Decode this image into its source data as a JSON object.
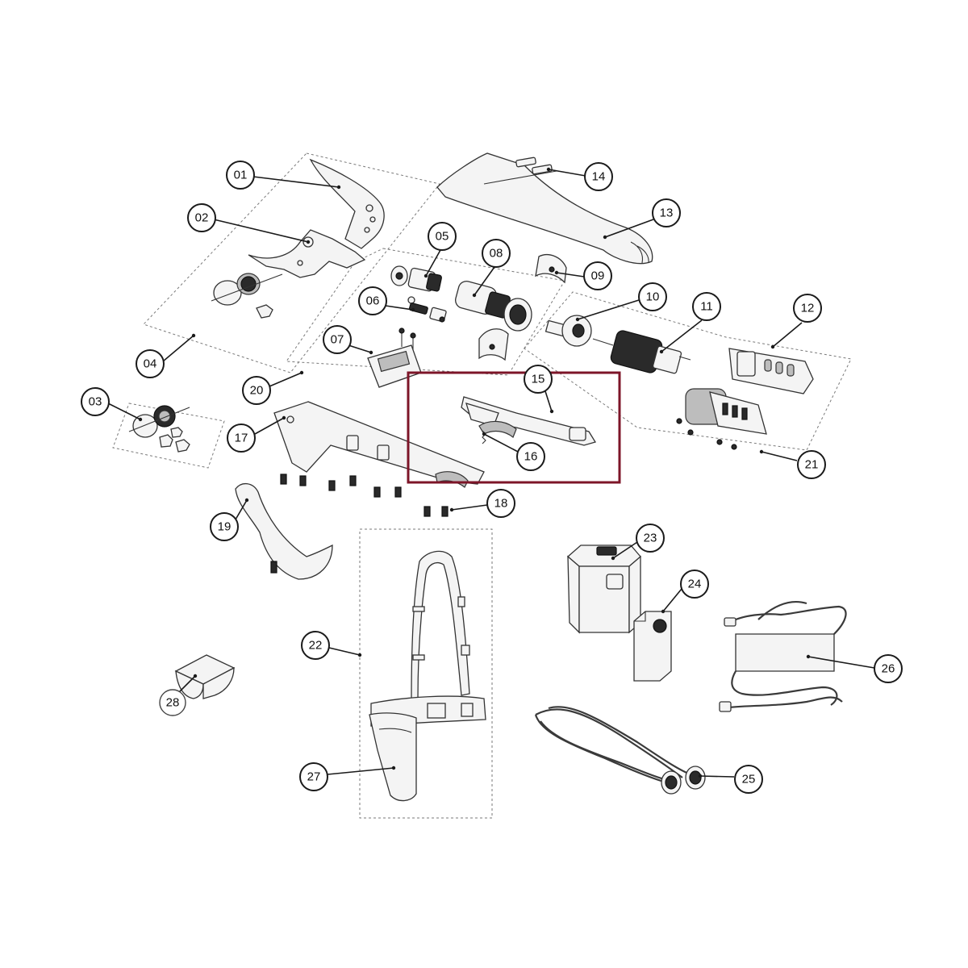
{
  "diagram": {
    "highlight_color": "#7d1528",
    "highlighted_parts": [
      "15",
      "16"
    ],
    "callouts": [
      {
        "id": "c01",
        "label": "01"
      },
      {
        "id": "c02",
        "label": "02"
      },
      {
        "id": "c03",
        "label": "03"
      },
      {
        "id": "c04",
        "label": "04"
      },
      {
        "id": "c05",
        "label": "05"
      },
      {
        "id": "c06",
        "label": "06"
      },
      {
        "id": "c07",
        "label": "07"
      },
      {
        "id": "c08",
        "label": "08"
      },
      {
        "id": "c09",
        "label": "09"
      },
      {
        "id": "c10",
        "label": "10"
      },
      {
        "id": "c11",
        "label": "11"
      },
      {
        "id": "c12",
        "label": "12"
      },
      {
        "id": "c13",
        "label": "13"
      },
      {
        "id": "c14",
        "label": "14"
      },
      {
        "id": "c15",
        "label": "15"
      },
      {
        "id": "c16",
        "label": "16"
      },
      {
        "id": "c17",
        "label": "17"
      },
      {
        "id": "c18",
        "label": "18"
      },
      {
        "id": "c19",
        "label": "19"
      },
      {
        "id": "c20",
        "label": "20"
      },
      {
        "id": "c21",
        "label": "21"
      },
      {
        "id": "c22",
        "label": "22"
      },
      {
        "id": "c23",
        "label": "23"
      },
      {
        "id": "c24",
        "label": "24"
      },
      {
        "id": "c25",
        "label": "25"
      },
      {
        "id": "c26",
        "label": "26"
      },
      {
        "id": "c27",
        "label": "27"
      },
      {
        "id": "c28",
        "label": "28"
      }
    ]
  }
}
